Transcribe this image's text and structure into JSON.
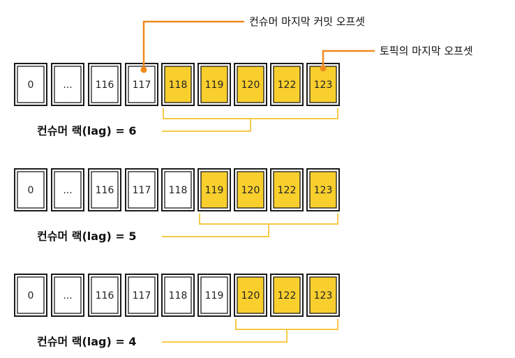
{
  "colors": {
    "committed_fill": "#ffffff",
    "lag_fill": "#f9cf2e",
    "border": "#1a1a1a",
    "bracket": "#f7c948",
    "callout": "#f08a1c"
  },
  "callouts": {
    "consumer_last_commit": "컨슈머 마지막 커밋 오프셋",
    "topic_last_offset": "토픽의 마지막 오프셋"
  },
  "rows": [
    {
      "cells": [
        "0",
        "...",
        "116",
        "117",
        "118",
        "119",
        "120",
        "122",
        "123"
      ],
      "lag_start_index": 4,
      "lag_label": "컨슈머 랙(lag) = 6"
    },
    {
      "cells": [
        "0",
        "...",
        "116",
        "117",
        "118",
        "119",
        "120",
        "122",
        "123"
      ],
      "lag_start_index": 5,
      "lag_label": "컨슈머 랙(lag) = 5"
    },
    {
      "cells": [
        "0",
        "...",
        "116",
        "117",
        "118",
        "119",
        "120",
        "122",
        "123"
      ],
      "lag_start_index": 6,
      "lag_label": "컨슈머 랙(lag) = 4"
    }
  ]
}
